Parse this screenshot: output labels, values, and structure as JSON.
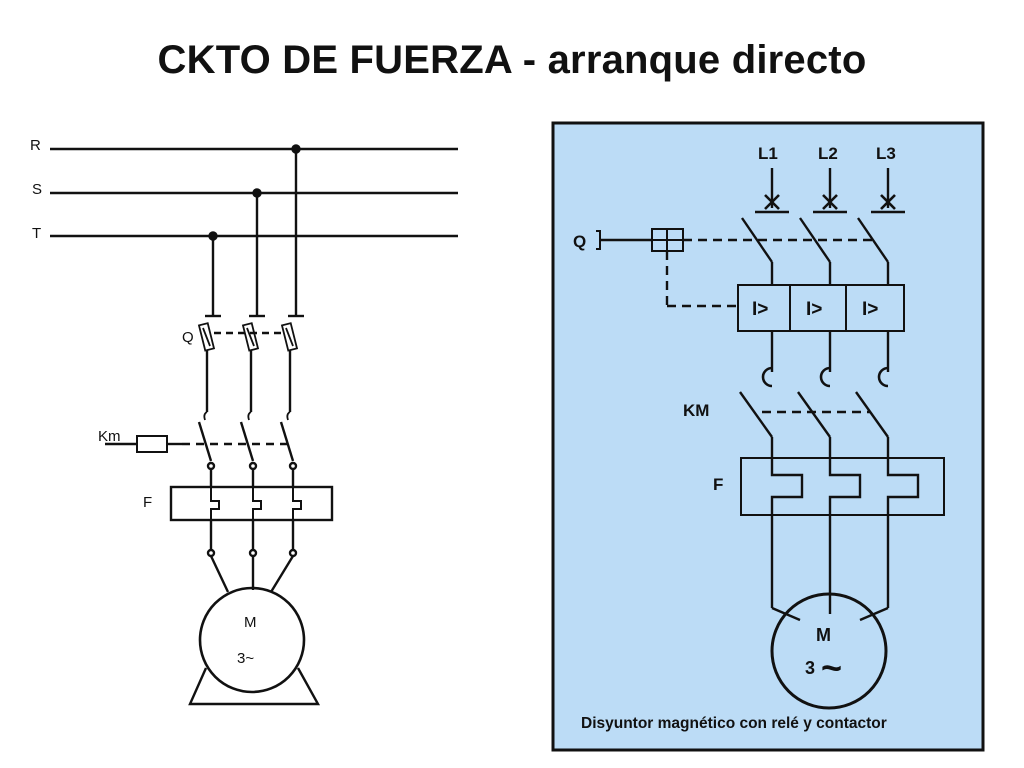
{
  "title": "CKTO DE FUERZA -  arranque directo",
  "left_diagram": {
    "phases": [
      "R",
      "S",
      "T"
    ],
    "breaker_label": "Q",
    "contactor_label": "Km",
    "relay_label": "F",
    "motor_label": "M",
    "motor_phase": "3~"
  },
  "right_diagram": {
    "lines": [
      "L1",
      "L2",
      "L3"
    ],
    "breaker_label": "Q",
    "trip_symbol": "I>",
    "contactor_label": "KM",
    "relay_label": "F",
    "motor_label": "M",
    "motor_phase_number": "3",
    "motor_phase_symbol": "~",
    "caption": "Disyuntor magnético con relé y contactor",
    "panel_color": "#bcdcf6"
  }
}
